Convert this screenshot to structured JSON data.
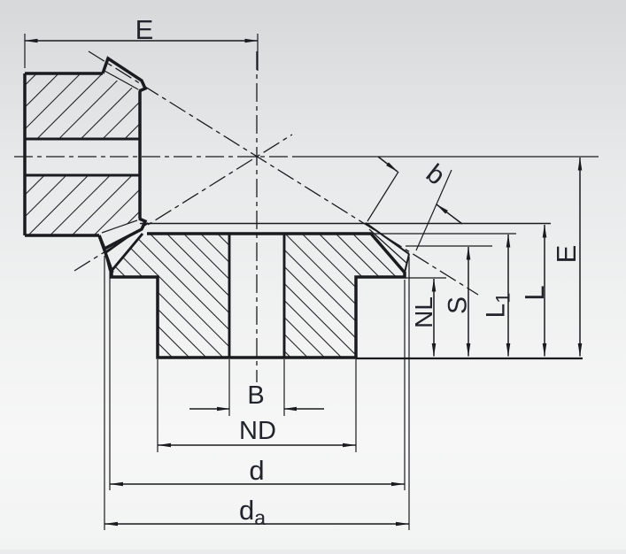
{
  "drawing": {
    "labels": {
      "mounting_distance_top": "E",
      "face_width": "b",
      "hub_length": "NL",
      "rim_height": "S",
      "length_l1_main": "L",
      "length_l1_sub": "1",
      "total_length": "L",
      "mounting_distance_right": "E",
      "bore": "B",
      "hub_diameter": "ND",
      "pitch_diameter": "d",
      "outer_diameter_main": "d",
      "outer_diameter_sub": "a"
    },
    "colors": {
      "line": "#1b1b1f",
      "text": "#23232c",
      "background_top": "#d6d8da",
      "background_bottom": "#f2f3f3"
    }
  }
}
